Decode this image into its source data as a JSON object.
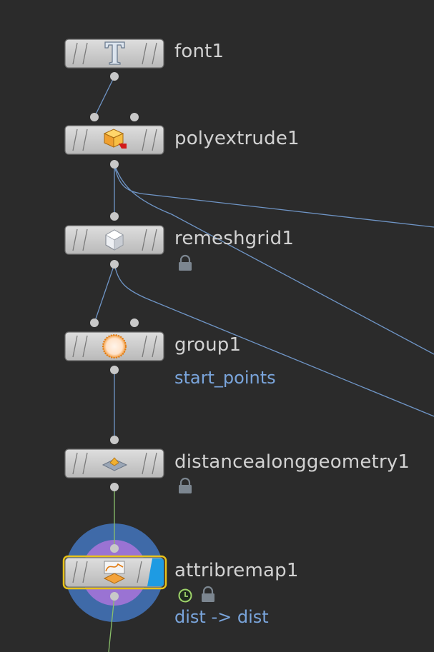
{
  "network": {
    "nodes": [
      {
        "name": "font1",
        "icon": "font-t-icon",
        "comment": "",
        "locked": false,
        "timedep": false,
        "selected": false
      },
      {
        "name": "polyextrude1",
        "icon": "polyextrude-cube-icon",
        "comment": "",
        "locked": false,
        "timedep": false,
        "selected": false
      },
      {
        "name": "remeshgrid1",
        "icon": "remeshgrid-hexagon-icon",
        "comment": "",
        "locked": true,
        "timedep": false,
        "selected": false
      },
      {
        "name": "group1",
        "icon": "group-circle-icon",
        "comment": "start_points",
        "locked": false,
        "timedep": false,
        "selected": false
      },
      {
        "name": "distancealonggeometry1",
        "icon": "distance-along-geometry-icon",
        "comment": "",
        "locked": true,
        "timedep": false,
        "selected": false
      },
      {
        "name": "attribremap1",
        "icon": "attribremap-icon",
        "comment": "dist -> dist",
        "locked": true,
        "timedep": true,
        "selected": true
      }
    ]
  },
  "colors": {
    "background": "#2b2b2b",
    "wire": "#6f95c6",
    "selected_wire": "#8ac06a",
    "node_fill": "#cfcfcf",
    "selected_outline": "#e8c21a",
    "display_flag": "#1e9be3",
    "label": "#d2d2d2",
    "comment": "#7aa5dc",
    "ring_outer": "#3f6aa8",
    "ring_inner": "#9a73d3"
  }
}
